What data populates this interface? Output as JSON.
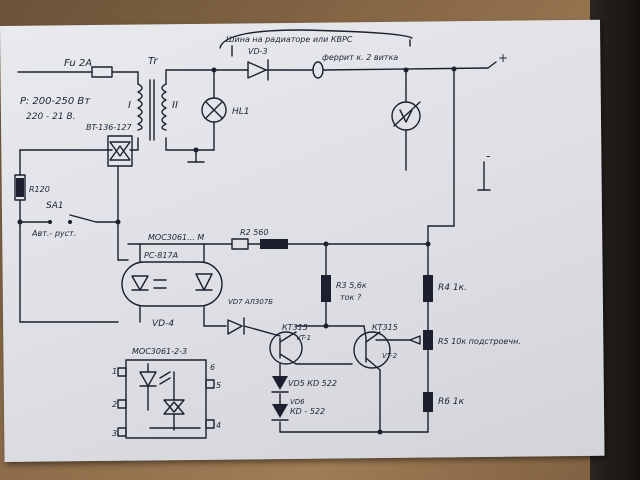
{
  "labels": {
    "fuse": "Fu 2A",
    "transformer": "Tr",
    "power": "P: 200-250 Вт",
    "voltage": "220 - 21 В.",
    "winding1": "I",
    "winding2": "II",
    "triac": "BT-136-127",
    "r1": "R120",
    "sa1": "SA1",
    "sa1_mode": "Авт.- руст.",
    "optocoupler_model": "MOC3061... M",
    "pc817": "PC-817A",
    "vd4": "VD-4",
    "r2": "R2 560",
    "r3": "R3 5,6к",
    "r3_note": "ток ?",
    "r4": "R4 1к.",
    "r5": "R5 10к подстроечн.",
    "r6": "R6 1к",
    "vd3": "VD-3",
    "note_top": "Шина на радиаторе или КВРС",
    "note_ferrite": "феррит к. 2 витка",
    "hl1": "HL1",
    "plus": "+",
    "minus": "-",
    "vd7": "VD7 АЛ307Б",
    "q1": "КТ315",
    "q1_id": "VT-1",
    "q2": "КТ315",
    "q2_id": "VT-2",
    "vd5": "VD5 КD 522",
    "vd6": "VD6",
    "vd6_type": "КD - 522",
    "moc_pin": "MOC3061-2-3",
    "pin1": "1",
    "pin2": "2",
    "pin3": "3",
    "pin4": "4",
    "pin5": "5",
    "pin6": "6"
  }
}
